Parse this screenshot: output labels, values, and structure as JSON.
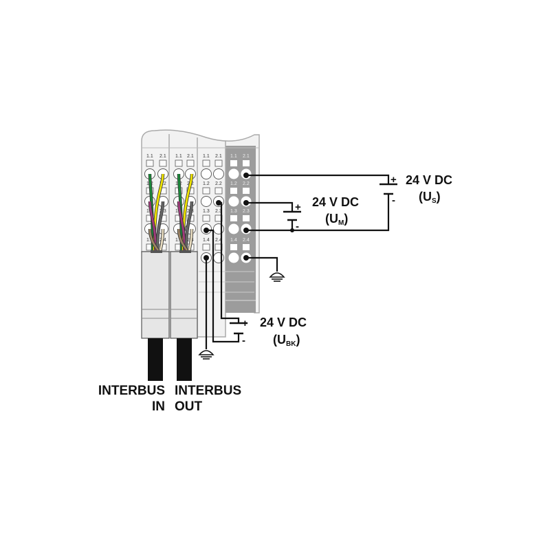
{
  "terminal_labels": [
    "1.1",
    "2.1",
    "1.2",
    "2.2",
    "1.3",
    "2.3",
    "1.4",
    "2.4"
  ],
  "supplies": [
    {
      "voltage": "24 V DC",
      "name": "U",
      "sub": "S",
      "plus": "+",
      "minus": "-"
    },
    {
      "voltage": "24 V DC",
      "name": "U",
      "sub": "M",
      "plus": "+",
      "minus": "-"
    },
    {
      "voltage": "24 V DC",
      "name": "U",
      "sub": "BK",
      "plus": "+",
      "minus": "-"
    }
  ],
  "cables": [
    {
      "line1": "INTERBUS",
      "line2": "IN"
    },
    {
      "line1": "INTERBUS",
      "line2": "OUT"
    }
  ],
  "wire_colors": [
    "#1a8a3a",
    "#f2e600",
    "#a03c7c",
    "#666666",
    "#9c8466",
    "#e8dcc0"
  ]
}
